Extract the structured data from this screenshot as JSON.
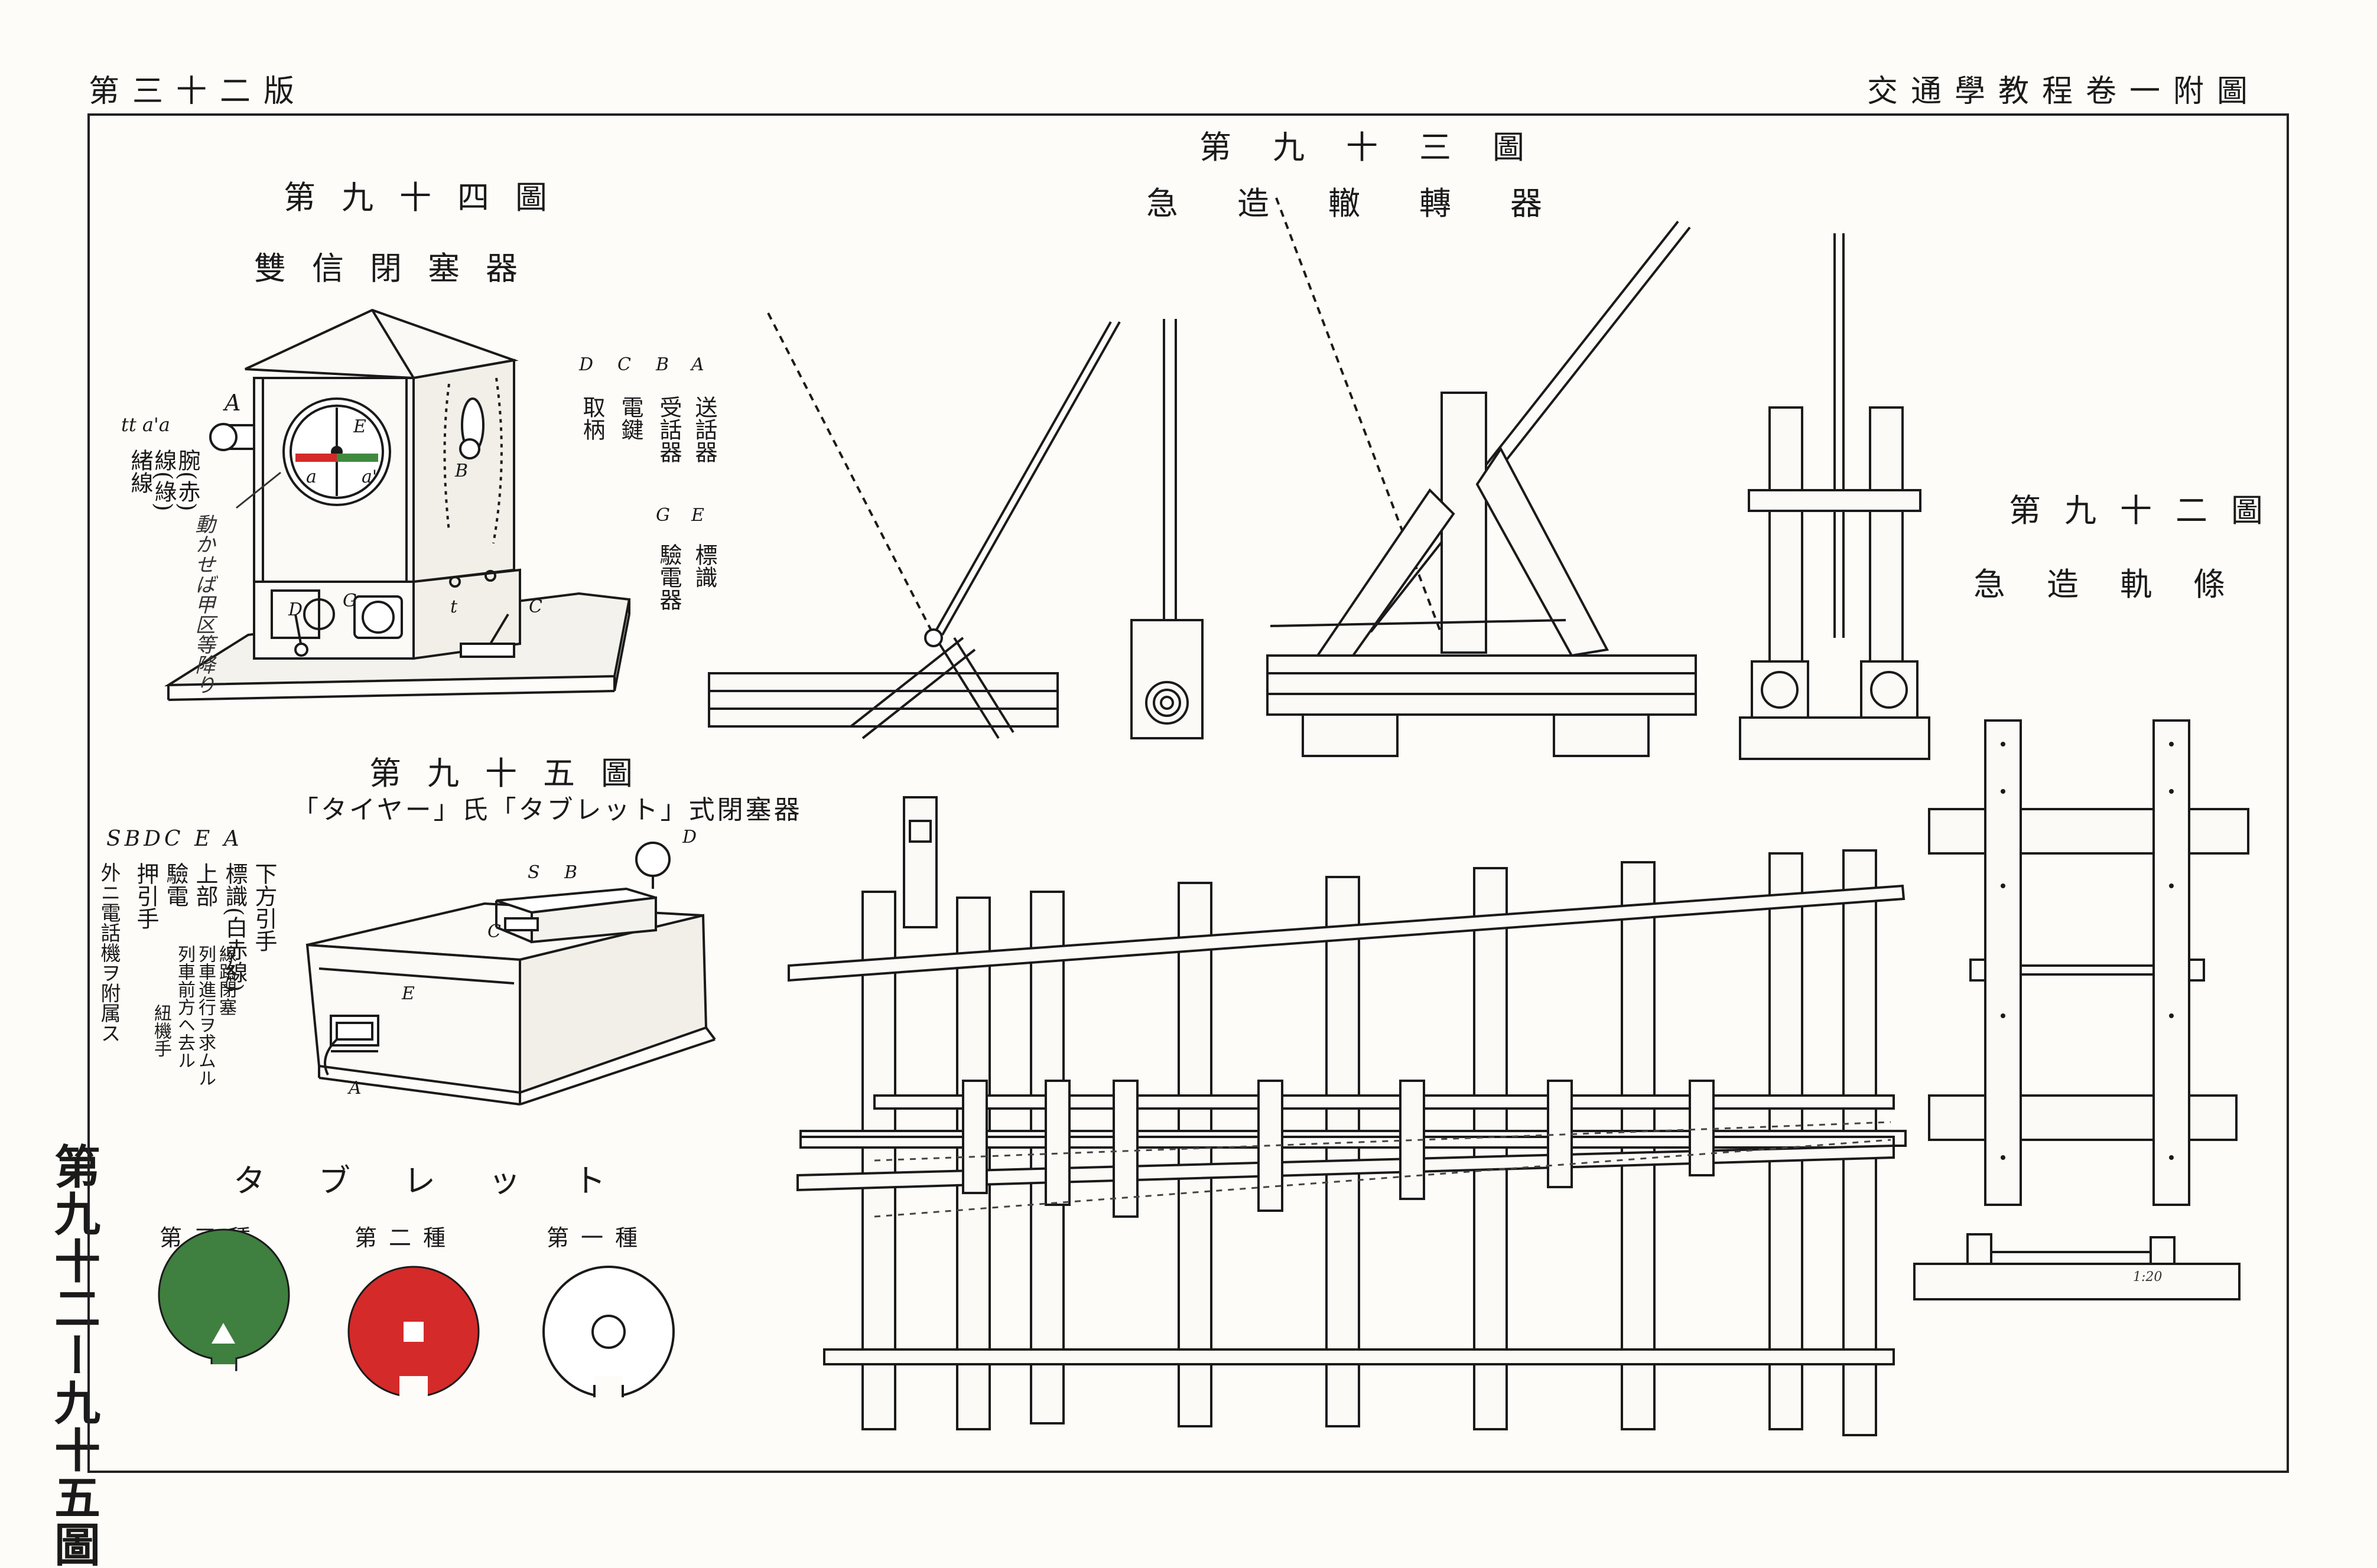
{
  "header": {
    "plate_number": "第三十二版",
    "book_title": "交通學教程卷一附圖"
  },
  "side_caption": "第九十二ー九十五圖",
  "fig93": {
    "number": "第九十三圖",
    "title": "急造轍轉器"
  },
  "fig94": {
    "number": "第九十四圖",
    "title": "雙信閉塞器",
    "tags": {
      "A": "A",
      "B": "B",
      "E": "E",
      "G": "G",
      "D": "D",
      "C": "C",
      "t": "t",
      "a": "a",
      "a_prime": "a'"
    },
    "legend_columns": [
      {
        "id": "A",
        "term": "送話器"
      },
      {
        "id": "B",
        "term": "受話器"
      },
      {
        "id": "C",
        "term": "電鍵"
      },
      {
        "id": "D",
        "term": "取柄"
      },
      {
        "id": "E",
        "term": "標識"
      },
      {
        "id": "G",
        "term": "驗電器"
      }
    ],
    "left_codes": "tt a'a",
    "left_terms": [
      {
        "term": "腕(赤)"
      },
      {
        "term": "線(綠)"
      },
      {
        "term": "緒線"
      }
    ],
    "handwritten_note": "動かせば甲区等降り"
  },
  "fig95": {
    "number": "第九十五圖",
    "title": "「タイヤー」氏「タブレット」式閉塞器",
    "tags": {
      "S": "S",
      "B": "B",
      "C": "C",
      "D": "D",
      "E": "E",
      "A": "A"
    },
    "codes": "SBDC E A",
    "legend_columns": [
      {
        "id": "A",
        "term": "下方引手"
      },
      {
        "id": "E",
        "term": "標識(白赤線)"
      },
      {
        "id": "C",
        "term": "上部"
      },
      {
        "id": "D",
        "term": "驗電"
      },
      {
        "id": "B",
        "term": "押引手"
      },
      {
        "id": "S",
        "term": "外ニ電話機ヲ附属ス"
      }
    ],
    "note1": "線路閉塞",
    "note2": "列車進行ヲ求ムル",
    "note3": "列車前方ヘ去ル",
    "note4": "紐機手"
  },
  "tablet": {
    "title": "タブレット",
    "types": [
      {
        "label": "第一種",
        "color": "#ffffff",
        "shape": "circle"
      },
      {
        "label": "第二種",
        "color": "#d42a2a",
        "shape": "square"
      },
      {
        "label": "第三種",
        "color": "#3f7f3f",
        "shape": "triangle"
      }
    ]
  },
  "fig92": {
    "number": "第九十二圖",
    "title": "急造軌條",
    "scale_note": "1:20"
  }
}
